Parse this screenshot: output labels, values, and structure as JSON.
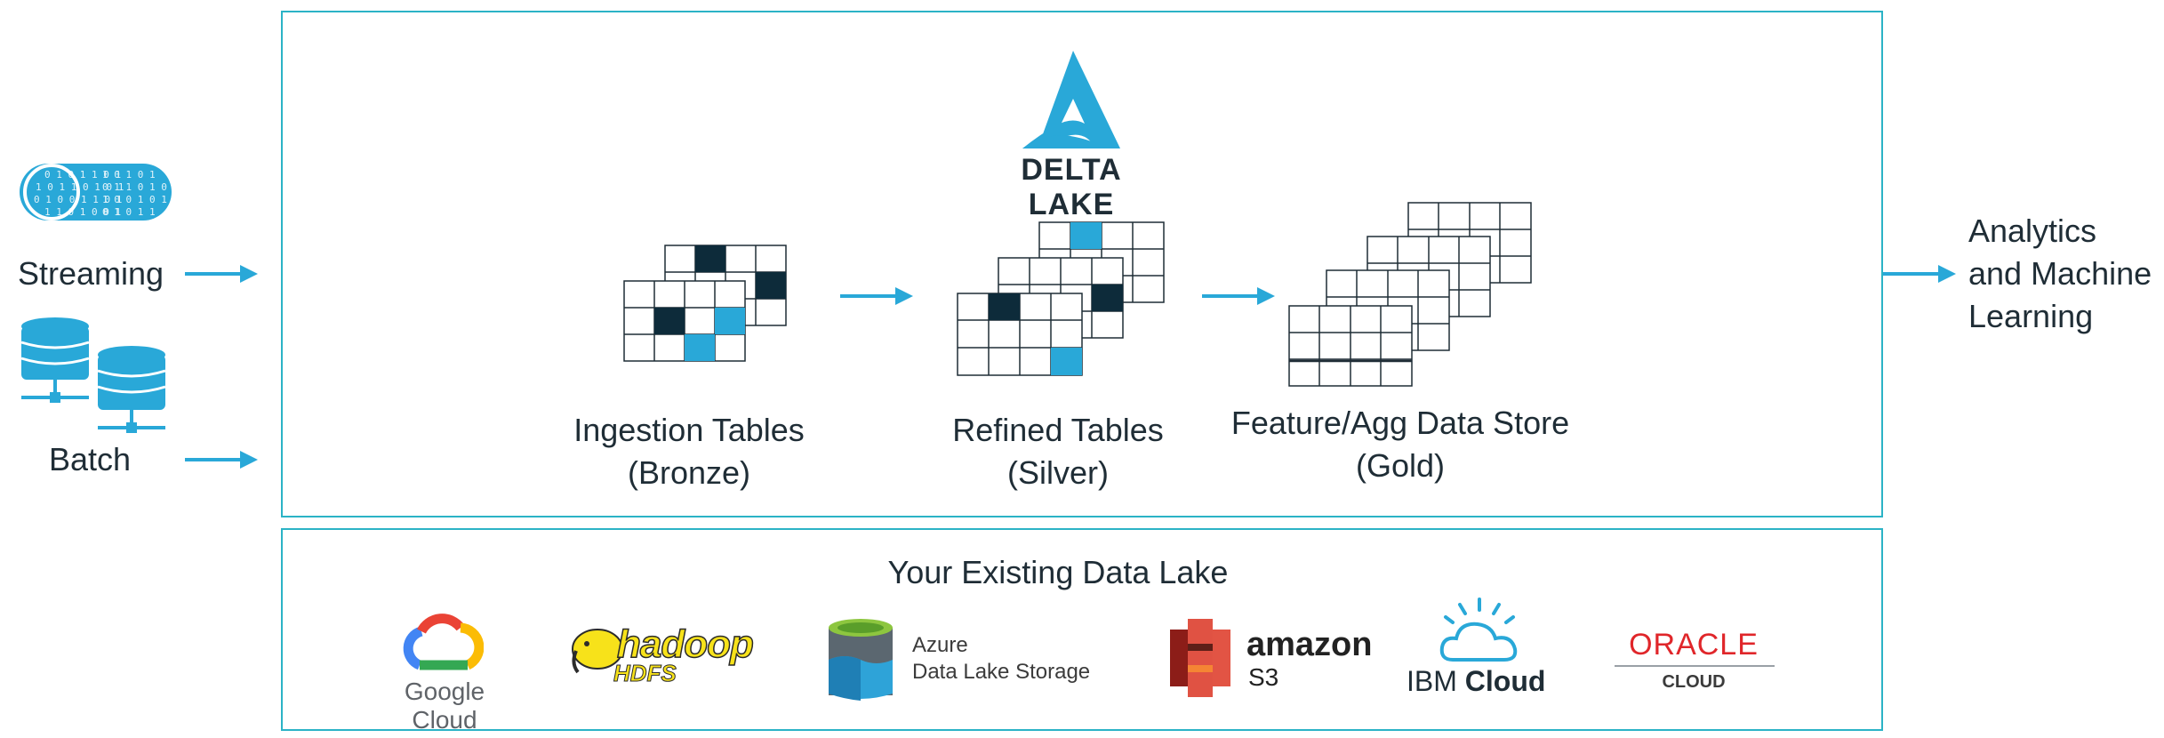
{
  "inputs": {
    "streaming_label": "Streaming",
    "batch_label": "Batch"
  },
  "delta_lake": {
    "logo_text": "DELTA LAKE",
    "stages": [
      {
        "line1": "Ingestion Tables",
        "line2": "(Bronze)"
      },
      {
        "line1": "Refined Tables",
        "line2": "(Silver)"
      },
      {
        "line1": "Feature/Agg Data Store",
        "line2": "(Gold)"
      }
    ]
  },
  "output": {
    "lines": [
      "Analytics",
      "and Machine",
      "Learning"
    ]
  },
  "data_lake": {
    "title": "Your Existing Data Lake",
    "providers": [
      {
        "name": "Google Cloud",
        "icon": "google-cloud-logo"
      },
      {
        "name": "hadoop",
        "sub": "HDFS",
        "icon": "hadoop-elephant-logo"
      },
      {
        "name": "Azure",
        "sub": "Data Lake Storage",
        "icon": "azure-data-lake-logo"
      },
      {
        "name": "amazon",
        "sub": "S3",
        "icon": "amazon-s3-logo"
      },
      {
        "name": "IBM",
        "bold": "Cloud",
        "icon": "ibm-cloud-logo"
      },
      {
        "name": "ORACLE",
        "sub": "CLOUD",
        "icon": "oracle-cloud-logo"
      }
    ]
  },
  "colors": {
    "accent": "#29a8d8",
    "border": "#2bb3c6",
    "dark_cell": "#0d2b3a",
    "text": "#1f2d36"
  }
}
